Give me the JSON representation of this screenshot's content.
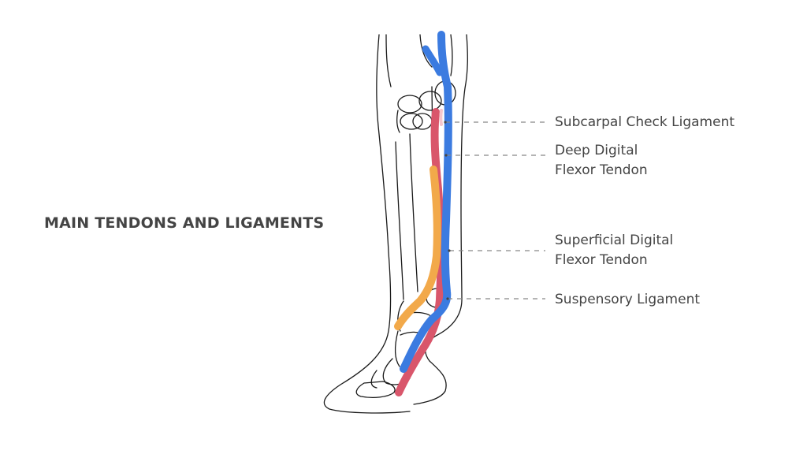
{
  "title": "MAIN TENDONS AND LIGAMENTS",
  "labels": {
    "subcarpal_check_ligament": "Subcarpal Check Ligament",
    "deep_digital_flexor_tendon": [
      "Deep Digital",
      "Flexor Tendon"
    ],
    "superficial_digital_flexor_tendon": [
      "Superficial Digital",
      "Flexor Tendon"
    ],
    "suspensory_ligament": "Suspensory Ligament"
  },
  "colors": {
    "blue_structure": "#3b7be0",
    "red_structure": "#d9566b",
    "orange_structure": "#f2a94a",
    "outline": "#1a1a1a",
    "leader_line": "#888888",
    "text": "#444444"
  }
}
